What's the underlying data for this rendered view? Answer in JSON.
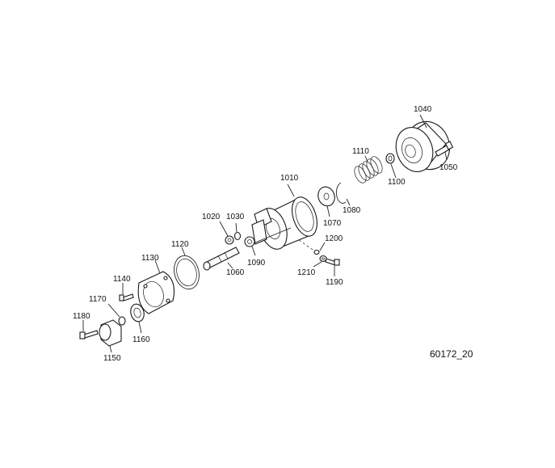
{
  "drawing": {
    "reference": "60172_20",
    "callouts": {
      "p1010": "1010",
      "p1020": "1020",
      "p1030": "1030",
      "p1040": "1040",
      "p1050": "1050",
      "p1060": "1060",
      "p1070": "1070",
      "p1080": "1080",
      "p1090": "1090",
      "p1100": "1100",
      "p1110": "1110",
      "p1120": "1120",
      "p1130": "1130",
      "p1140": "1140",
      "p1150": "1150",
      "p1160": "1160",
      "p1170": "1170",
      "p1180": "1180",
      "p1190": "1190",
      "p1200": "1200",
      "p1210": "1210"
    }
  }
}
